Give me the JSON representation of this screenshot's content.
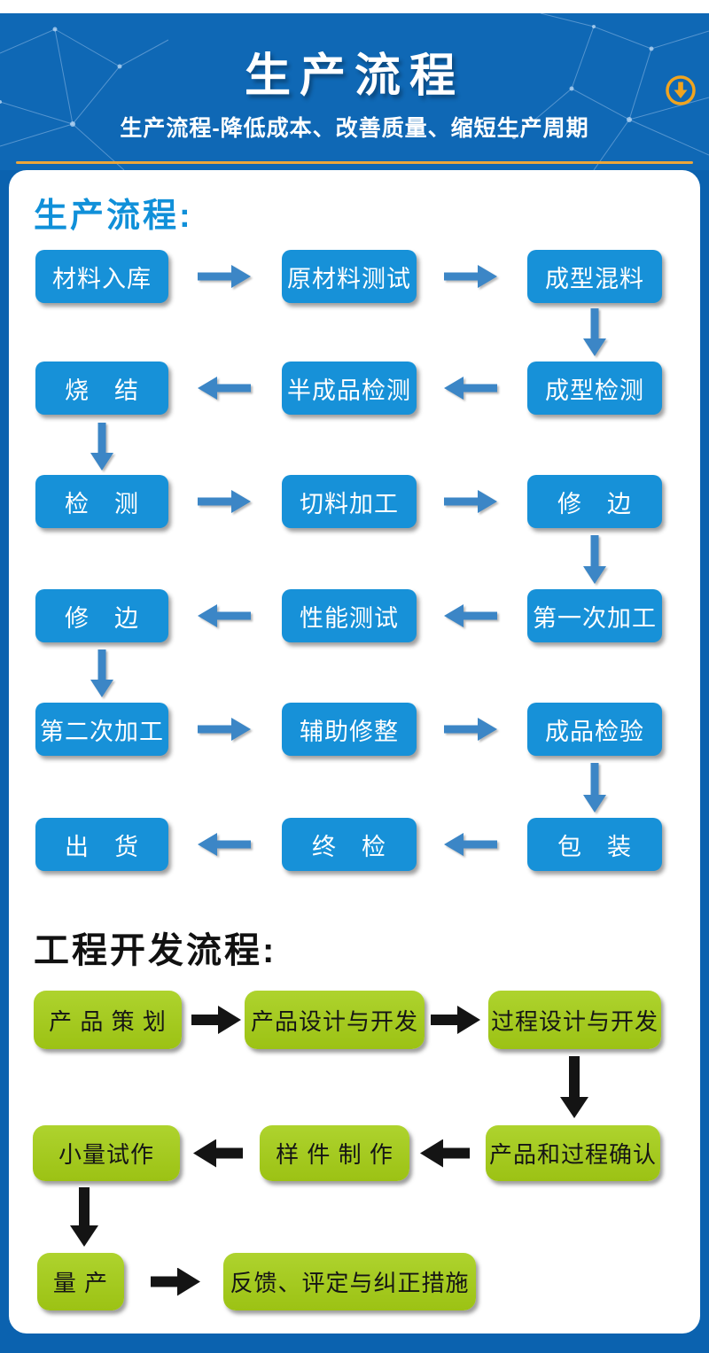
{
  "header": {
    "title": "生产流程",
    "subtitle": "生产流程-降低成本、改善质量、缩短生产周期",
    "download_icon": "circle-down-arrow-icon"
  },
  "colors": {
    "page_blue": "#0b62af",
    "header_blue": "#0f68b5",
    "flow_box_blue": "#1791d8",
    "flow_arrow_blue": "#3c86c6",
    "heading_blue": "#1090d9",
    "flow_box_green": "#a5ca1e",
    "arrow_black": "#141414",
    "gold_accent": "#eda63a",
    "card_white": "#ffffff"
  },
  "production_flow": {
    "heading": "生产流程:",
    "rows": [
      {
        "cells": [
          "材料入库",
          "原材料测试",
          "成型混料"
        ],
        "arrow_dir": "right"
      },
      {
        "cells": [
          "烧　结",
          "半成品检测",
          "成型检测"
        ],
        "arrow_dir": "left"
      },
      {
        "cells": [
          "检　测",
          "切料加工",
          "修　边"
        ],
        "arrow_dir": "right"
      },
      {
        "cells": [
          "修　边",
          "性能测试",
          "第一次加工"
        ],
        "arrow_dir": "left"
      },
      {
        "cells": [
          "第二次加工",
          "辅助修整",
          "成品检验"
        ],
        "arrow_dir": "right"
      },
      {
        "cells": [
          "出　货",
          "终　检",
          "包　装"
        ],
        "arrow_dir": "left"
      }
    ]
  },
  "engineering_flow": {
    "heading": "工程开发流程:",
    "rows": [
      {
        "cells": [
          "产 品 策 划",
          "产品设计与开发",
          "过程设计与开发"
        ],
        "arrow_dir": "right"
      },
      {
        "cells": [
          "小量试作",
          "样 件 制 作",
          "产品和过程确认"
        ],
        "arrow_dir": "left"
      },
      {
        "cells": [
          "量 产",
          "反馈、评定与纠正措施"
        ],
        "arrow_dir": "right"
      }
    ]
  }
}
